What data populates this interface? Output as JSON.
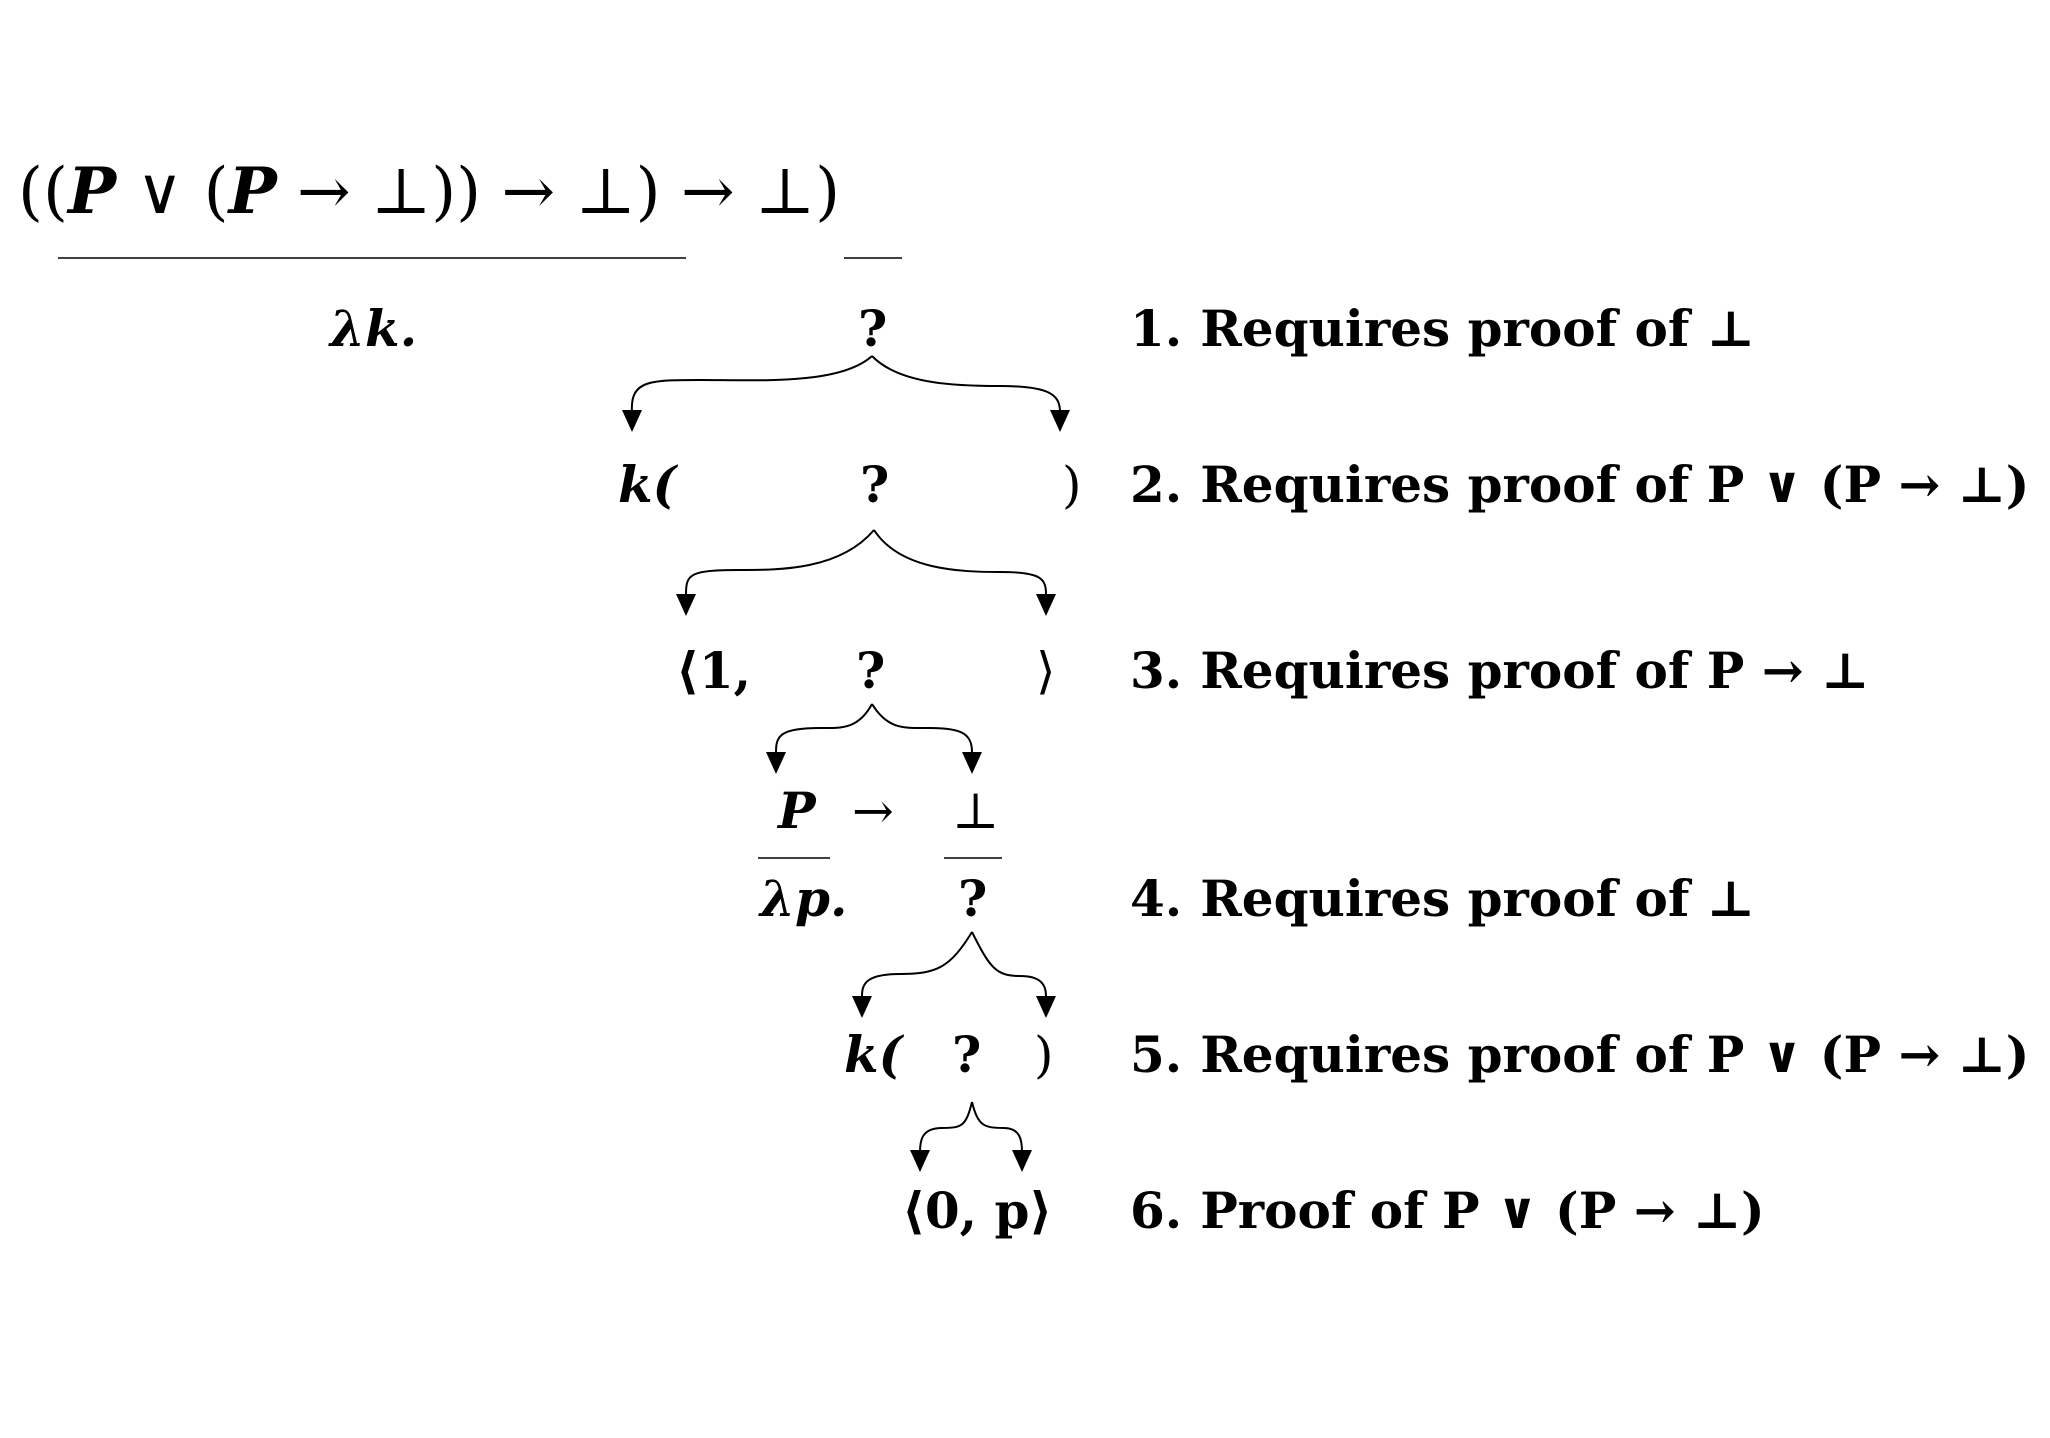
{
  "formula": {
    "part1": "((",
    "P1": "P",
    "part2": " ∨ (",
    "P2": "P",
    "part3": " → ⊥)) → ⊥) → ",
    "bot": "⊥",
    "part4": ")"
  },
  "terms": {
    "lambda_k": "λk.",
    "hole1": "?",
    "k_open_1": "k(",
    "hole2": "?",
    "close_paren_1": ")",
    "pair1_open": "⟨1,",
    "hole3": "?",
    "pair1_close": "⟩",
    "sub_P": "P",
    "sub_arrow": "→",
    "sub_bot": "⊥",
    "lambda_p": "λp.",
    "hole4": "?",
    "k_open_2": "k(",
    "hole5": "?",
    "close_paren_2": ")",
    "pair0": "⟨0, p⟩"
  },
  "notes": [
    {
      "num": "1.",
      "text": "Requires proof of ⊥"
    },
    {
      "num": "2.",
      "text": "Requires proof of P ∨ (P → ⊥)"
    },
    {
      "num": "3.",
      "text": "Requires proof of P → ⊥"
    },
    {
      "num": "4.",
      "text": "Requires proof of ⊥"
    },
    {
      "num": "5.",
      "text": "Requires proof of P ∨ (P → ⊥)"
    },
    {
      "num": "6.",
      "text": "Proof of P ∨ (P → ⊥)"
    }
  ],
  "colors": {
    "ink": "#000000",
    "background": "#ffffff"
  }
}
